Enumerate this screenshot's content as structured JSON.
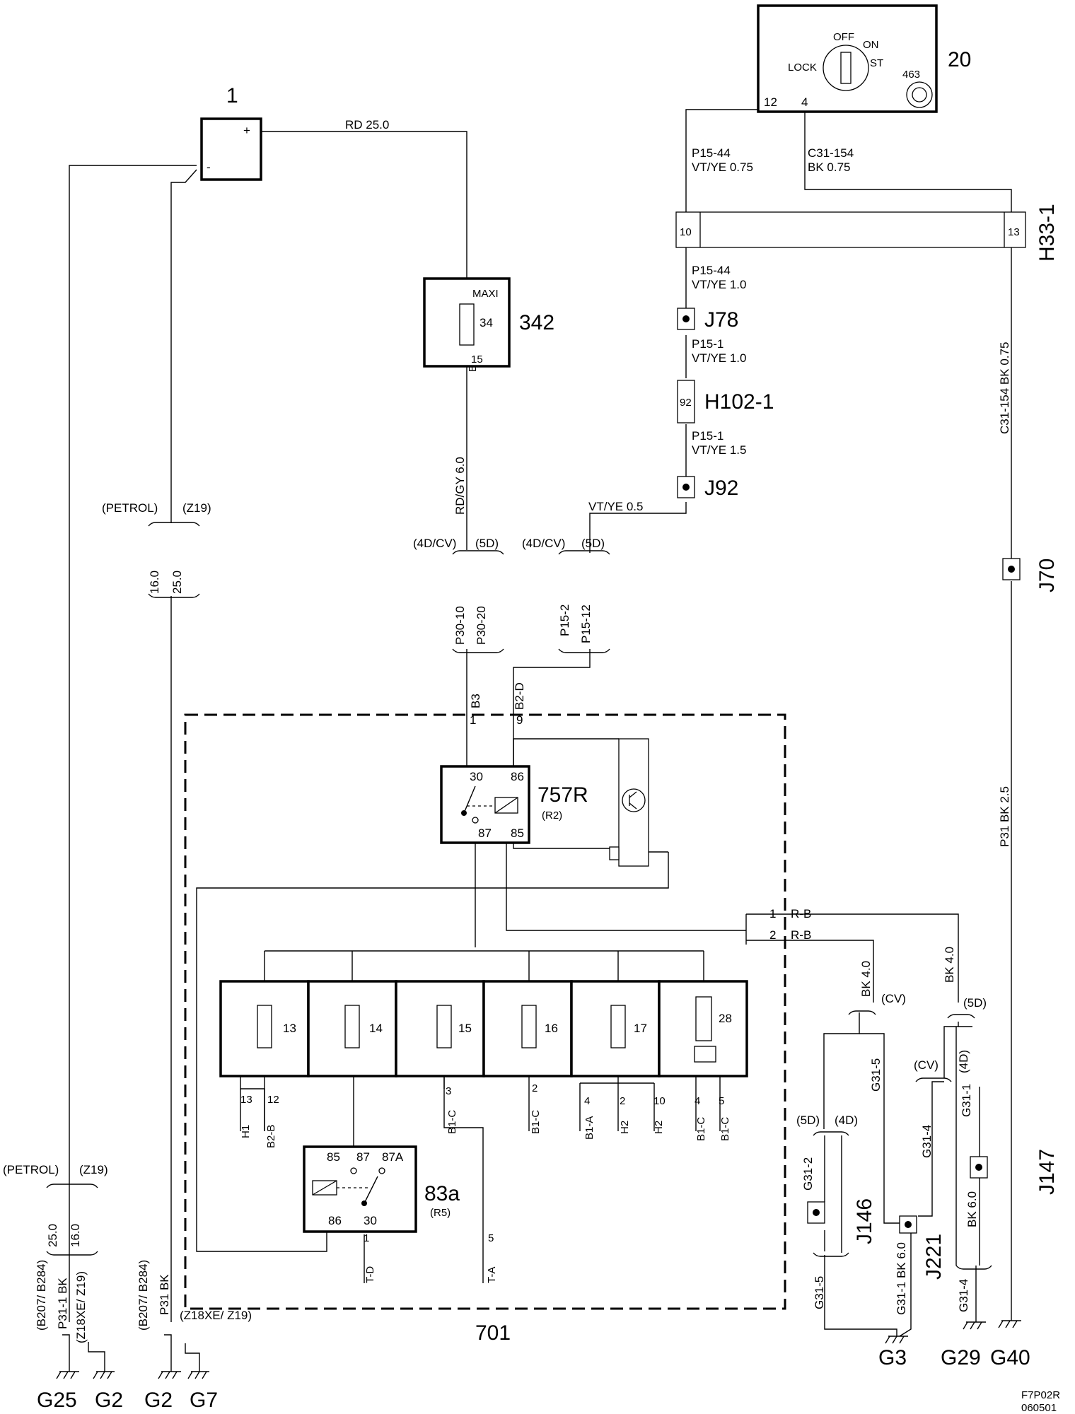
{
  "components": {
    "battery": {
      "id": "1",
      "plus": "+",
      "minus": "-"
    },
    "ignition_switch": {
      "id": "20",
      "positions": [
        "OFF",
        "ON",
        "ST",
        "LOCK"
      ],
      "inner_id": "463",
      "pin_a": "12",
      "pin_b": "4"
    },
    "maxi_fuse": {
      "id": "342",
      "label": "MAXI",
      "number": "34",
      "pin": "15",
      "pin_letter": "B"
    },
    "connector_h33": {
      "id": "H33-1",
      "pin_a": "10",
      "pin_b": "13"
    },
    "connector_h102": {
      "id": "H102-1",
      "pin": "92"
    },
    "module_701": {
      "id": "701"
    },
    "relay_757r": {
      "id": "757R",
      "sub": "(R2)",
      "pins": [
        "30",
        "86",
        "87",
        "85"
      ]
    },
    "relay_83a": {
      "id": "83a",
      "sub": "(R5)",
      "pins": [
        "85",
        "87",
        "87A",
        "86",
        "30"
      ]
    },
    "fuses": [
      {
        "num": "13"
      },
      {
        "num": "14"
      },
      {
        "num": "15"
      },
      {
        "num": "16"
      },
      {
        "num": "17"
      },
      {
        "num": "28"
      }
    ]
  },
  "splices": {
    "j78": "J78",
    "j92": "J92",
    "j70": "J70",
    "j146": "J146",
    "j221": "J221",
    "j147": "J147"
  },
  "grounds": {
    "g25": "G25",
    "g2a": "G2",
    "g2b": "G2",
    "g7": "G7",
    "g3": "G3",
    "g29": "G29",
    "g40": "G40"
  },
  "wires": {
    "rd_250": "RD  25.0",
    "p15_44_a": "P15-44",
    "vtye_075": "VT/YE  0.75",
    "c31_154": "C31-154",
    "bk_075": "BK  0.75",
    "p15_44_b": "P15-44",
    "vtye_10a": "VT/YE  1.0",
    "p15_1_a": "P15-1",
    "vtye_10b": "VT/YE  1.0",
    "p15_1_b": "P15-1",
    "vtye_15": "VT/YE  1.5",
    "vtye_05": "VT/YE   0.5",
    "rdgy_60": "RD/GY  6.0",
    "c31_154_v": "C31-154  BK  0.75",
    "p31_bk_25": "P31  BK  2.5",
    "b3": "B3",
    "b2d": "B2-D",
    "pin1": "1",
    "pin9": "9",
    "rb1_pin": "1",
    "rb1": "R-B",
    "rb2_pin": "2",
    "rb2": "R-B",
    "bk40_a": "BK  4.0",
    "bk40_b": "BK  4.0",
    "g31_5_top": "G31-5",
    "g31_4_mid": "G31-4",
    "g31_1_top": "G31-1",
    "g31_2": "G31-2",
    "g31_1_bk": "G31-1  BK  6.0",
    "bk60": "BK  6.0",
    "g31_5_bot": "G31-5",
    "g31_4_bot": "G31-4",
    "p31_1_bk": "P31-1  BK",
    "p31_bk": "P31  BK",
    "b207_a": "(B207/ B284)",
    "b207_b": "(B207/ B284)",
    "z18_a": "(Z18XE/ Z19)",
    "z18_b": "(Z18XE/ Z19)",
    "val_160_a": "16.0",
    "val_250_a": "25.0",
    "val_250_b": "25.0",
    "val_160_b": "16.0"
  },
  "variants": {
    "petrol_a": "(PETROL)",
    "z19_a": "(Z19)",
    "petrol_b": "(PETROL)",
    "z19_b": "(Z19)",
    "c4dcv_a": "(4D/CV)",
    "c5d_a": "(5D)",
    "c4dcv_b": "(4D/CV)",
    "c5d_b": "(5D)",
    "p30_10": "P30-10",
    "p30_20": "P30-20",
    "p15_2": "P15-2",
    "p15_12": "P15-12",
    "cv_a": "(CV)",
    "d5_a": "(5D)",
    "cv_b": "(CV)",
    "d4_b": "(4D)",
    "d5_c": "(5D)",
    "d4_c": "(4D)"
  },
  "fuse_outputs": {
    "f13_pins": [
      "13",
      "12"
    ],
    "f13_labels": [
      "H1",
      "B2-B"
    ],
    "f15_pin": "3",
    "f15_label": "B1-C",
    "f16_pin": "2",
    "f16_label": "B1-C",
    "f17_pins": [
      "4",
      "2",
      "10"
    ],
    "f17_labels": [
      "B1-A",
      "H2",
      "H2"
    ],
    "f28_pins": [
      "4",
      "5"
    ],
    "f28_labels": [
      "B1-C",
      "B1-C"
    ],
    "r5_pin1": "1",
    "r5_label1": "T-D",
    "r5_pin5": "5",
    "r5_label5": "T-A"
  },
  "footer": {
    "code": "F7P02R",
    "date": "060501"
  }
}
